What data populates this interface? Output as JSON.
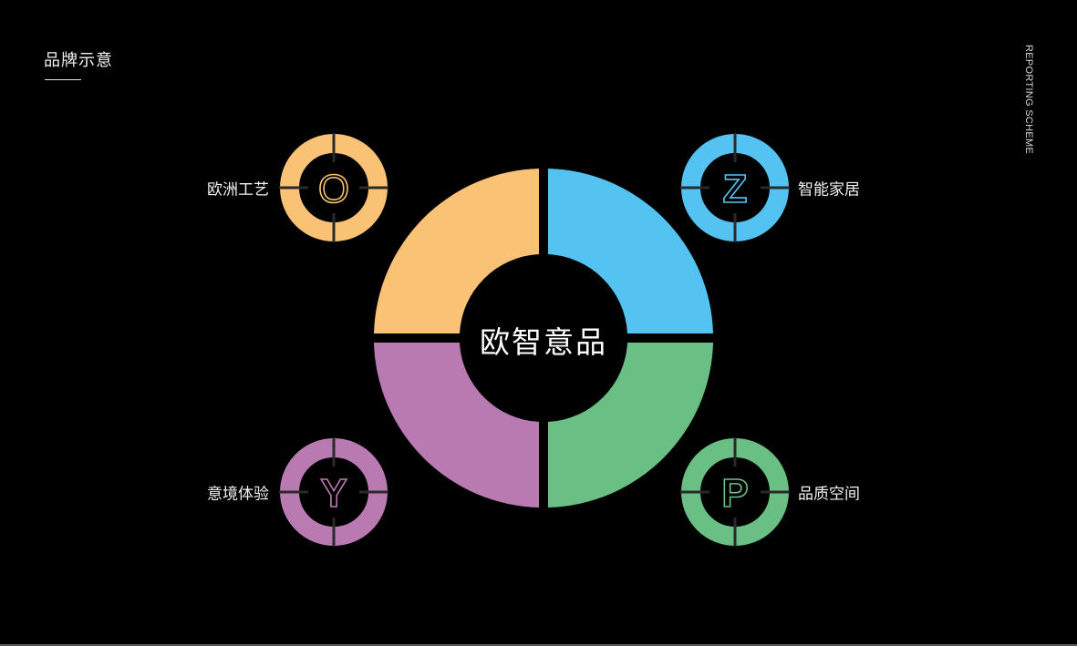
{
  "header": {
    "title": "品牌示意",
    "side_caption": "REPORTING SCHEME"
  },
  "diagram": {
    "center_label": "欧智意品",
    "quadrants": [
      {
        "position": "top-left",
        "color": "#F9C274"
      },
      {
        "position": "top-right",
        "color": "#55C3F2"
      },
      {
        "position": "bottom-right",
        "color": "#6ABF85"
      },
      {
        "position": "bottom-left",
        "color": "#B87AB1"
      }
    ],
    "pillars": [
      {
        "letter": "O",
        "label": "欧洲工艺",
        "color": "#F9C274",
        "position": "top-left"
      },
      {
        "letter": "Z",
        "label": "智能家居",
        "color": "#55C3F2",
        "position": "top-right"
      },
      {
        "letter": "Y",
        "label": "意境体验",
        "color": "#B87AB1",
        "position": "bottom-left"
      },
      {
        "letter": "P",
        "label": "品质空间",
        "color": "#6ABF85",
        "position": "bottom-right"
      }
    ]
  }
}
